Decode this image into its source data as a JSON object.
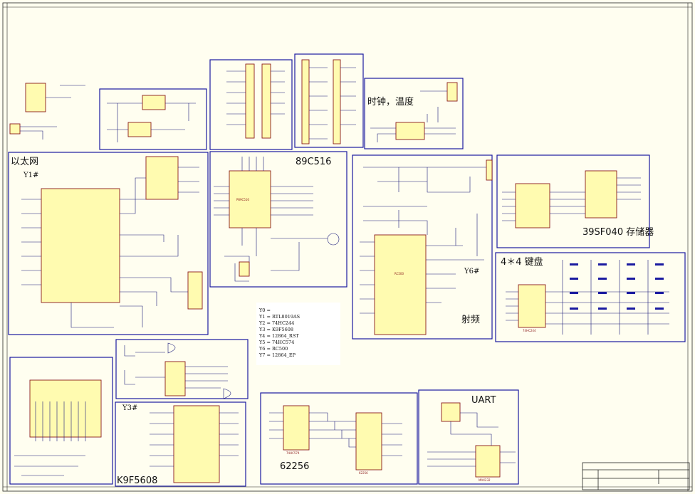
{
  "labels": {
    "ethernet": "以太网",
    "y1": "Y1#",
    "mcu": "89C516",
    "clock": "时钟，温度",
    "flash": "39SF040 存储器",
    "keypad": "4＊4 键盘",
    "y6": "Y6#",
    "rf": "射频",
    "y3": "Y3#",
    "nand": "K9F5608",
    "sram": "62256",
    "uart": "UART"
  },
  "decoder_legend": [
    "Y0 =",
    "Y1 = RTL8019AS",
    "Y2 = 74HC244",
    "Y3 = K9F5608",
    "Y4 = 12864_RST",
    "Y5 = 74HC574",
    "Y6 = RC500",
    "Y7 = 12864_EP"
  ],
  "chip_labels": {
    "mcu_part": "P89C516",
    "cc_part": "RC500",
    "sram_part": "74HC574",
    "latch_part": "62256",
    "uart_part": "MAX232",
    "key_part": "74HC244"
  },
  "colors": {
    "background": "#fffef0",
    "section_border": "#1a1aa0",
    "chip_fill": "#fffbb0",
    "chip_border": "#8b1a1a"
  }
}
